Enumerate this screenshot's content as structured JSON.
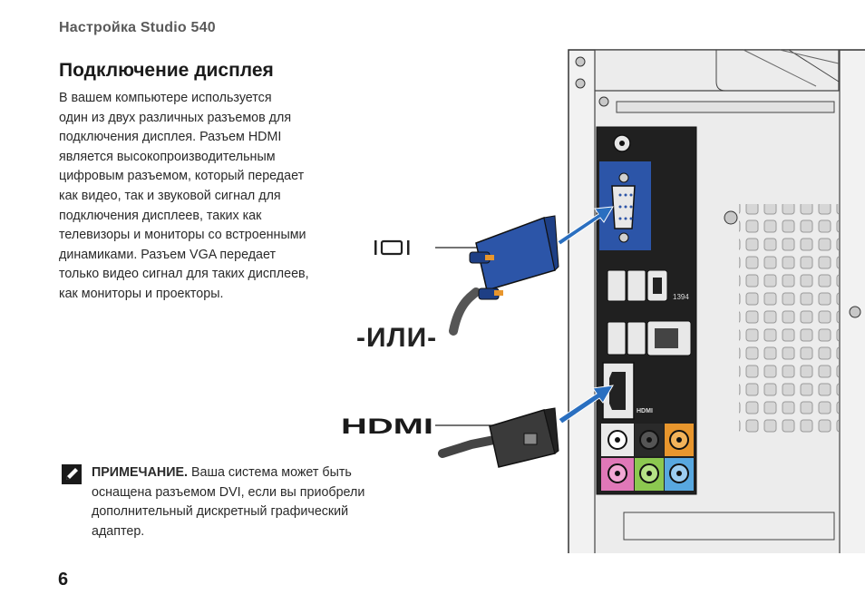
{
  "header": {
    "running_title": "Настройка Studio 540"
  },
  "section": {
    "title": "Подключение дисплея",
    "body_lines": [
      "В вашем компьютере используется",
      "один из двух различных разъемов для",
      "подключения дисплея. Разъем HDMI",
      "является высокопроизводительным",
      "цифровым разъемом, который передает",
      "как видео, так и звуковой сигнал для",
      "подключения дисплеев, таких как",
      "телевизоры и мониторы со встроенными",
      "динамиками. Разъем VGA передает",
      "только видео сигнал для таких дисплеев,",
      "как мониторы и проекторы."
    ]
  },
  "illustration": {
    "separator_text": "-ИЛИ-",
    "hdmi_logo_text": "HDMI",
    "vga_icon": "monitor-icon",
    "port_labels": {
      "firewire": "1394",
      "hdmi_small": "HDMI"
    }
  },
  "note": {
    "icon": "pencil-note-icon",
    "label": "ПРИМЕЧАНИЕ.",
    "first_line_rest": " Ваша система может быть",
    "lines": [
      "оснащена разъемом DVI, если вы приобрели",
      "дополнительный дискретный графический",
      "адаптер."
    ]
  },
  "footer": {
    "page_number": "6"
  },
  "colors": {
    "vga_blue": "#2c55a8",
    "arrow_blue": "#2a6fc0",
    "jack_orange": "#e8962d",
    "jack_green": "#8cc850",
    "jack_pink": "#e078b8",
    "jack_blue": "#58a8e0"
  }
}
